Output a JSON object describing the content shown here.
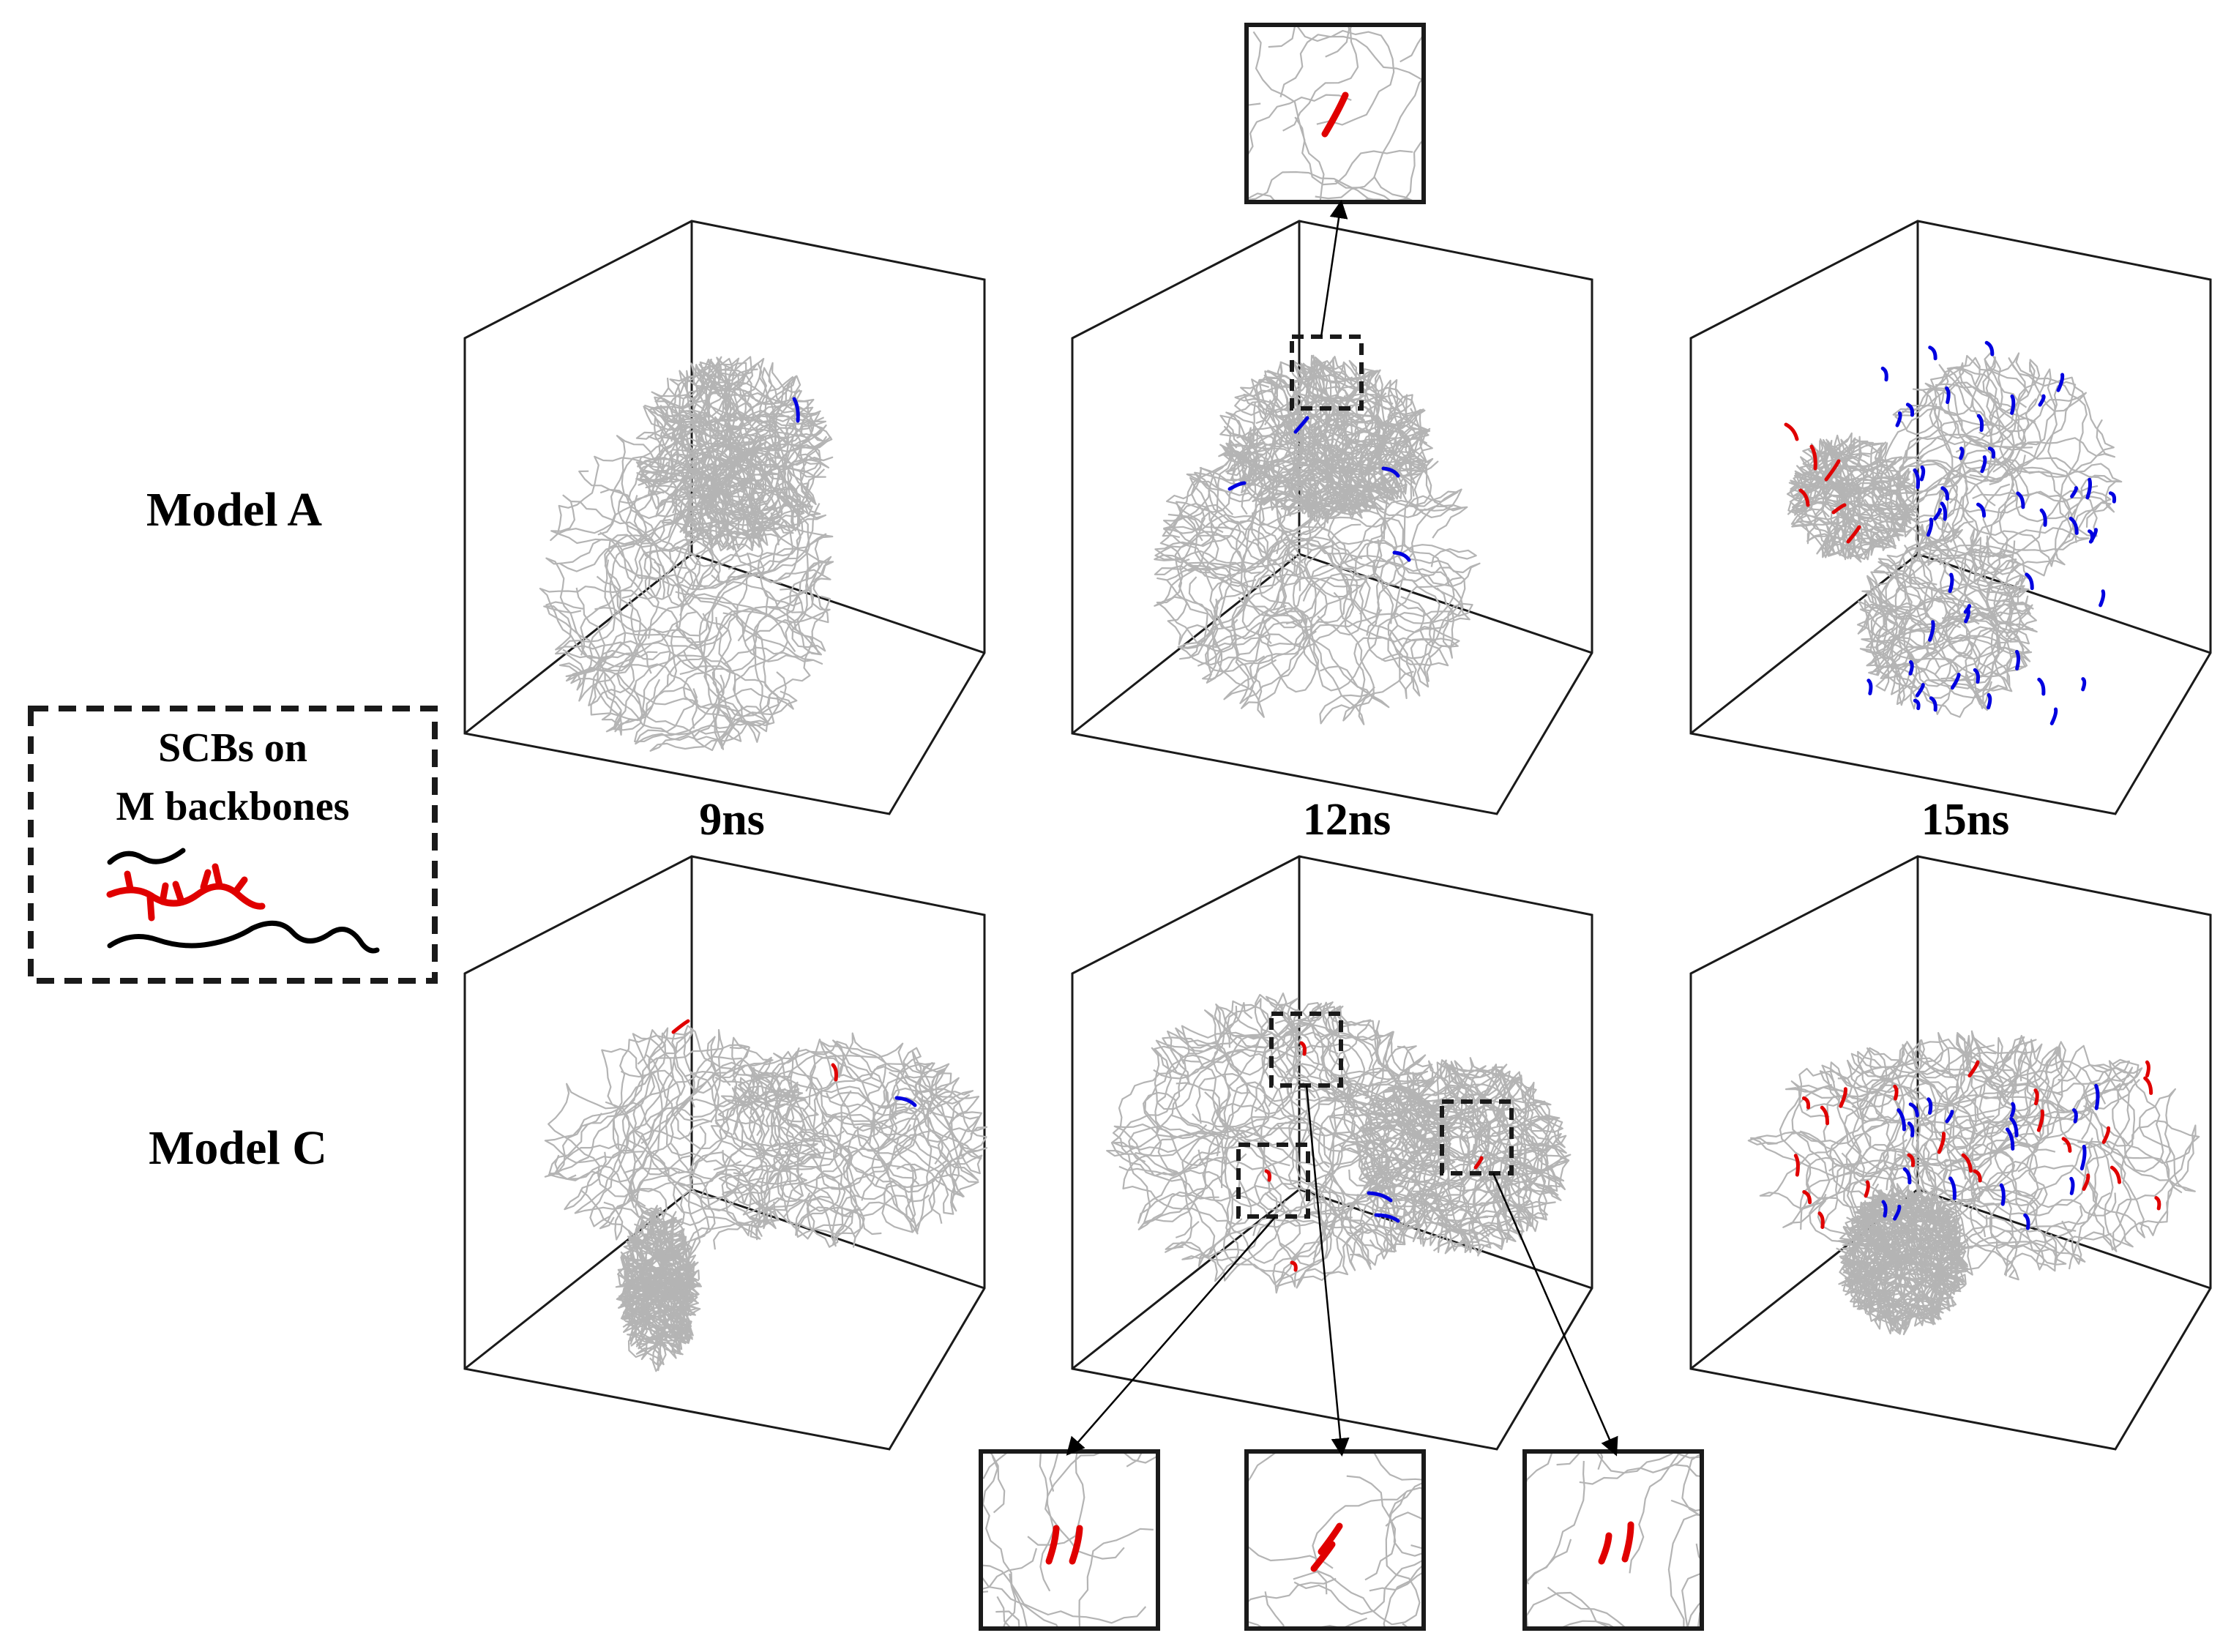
{
  "figure": {
    "row_labels": [
      "Model A",
      "Model C"
    ],
    "time_labels": [
      "9ns",
      "12ns",
      "15ns"
    ],
    "legend": {
      "line1": "SCBs on",
      "line2": "M backbones"
    },
    "colors": {
      "background": "#ffffff",
      "box_edge": "#1a1a1a",
      "chain": "#b4b4b4",
      "scb_highlight": "#e00000",
      "scb_other": "#0000e0",
      "legend_backbone": "#000000"
    }
  }
}
